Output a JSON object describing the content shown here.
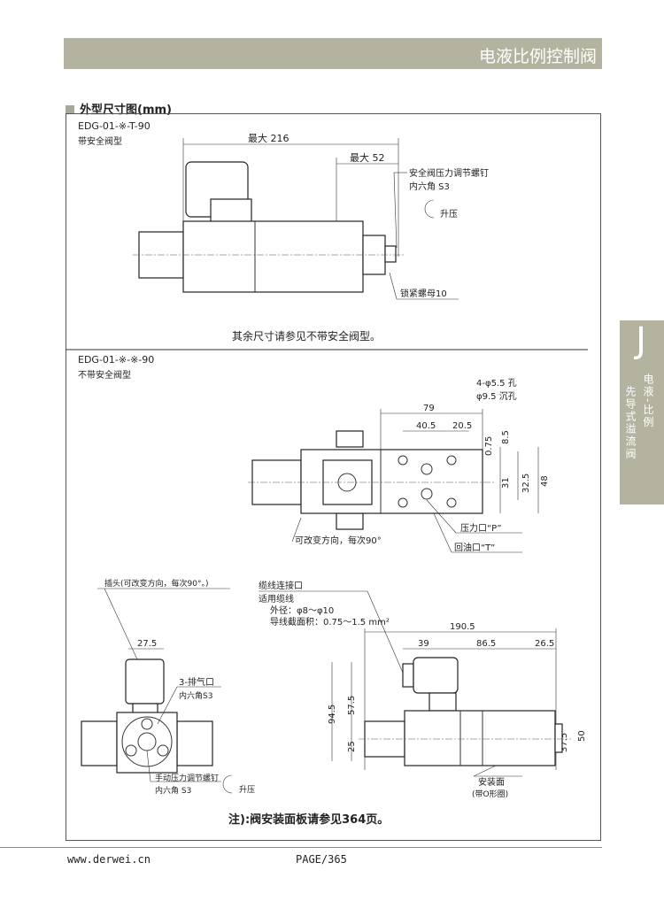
{
  "header": {
    "title": "电液比例控制阀"
  },
  "section": {
    "title": "外型尺寸图(mm)"
  },
  "side_tab": {
    "letter": "J",
    "category": "电液-比例",
    "subcategory": "先导式溢流阀"
  },
  "model1": {
    "code": "EDG-01-※-T-90",
    "type": "带安全阀型",
    "dim_max_total": "最大 216",
    "dim_max_right": "最大 52",
    "callout_screw": "安全阀压力调节螺钉",
    "callout_hex": "内六角 S3",
    "callout_up": "升压",
    "callout_nut": "锁紧螺母10",
    "note": "其余尺寸请参见不带安全阀型。"
  },
  "model2": {
    "code": "EDG-01-※-※-90",
    "type": "不带安全阀型",
    "holes": "4-φ5.5 孔",
    "counterbore": "φ9.5 沉孔",
    "dims": {
      "d79": "79",
      "d40_5": "40.5",
      "d20_5": "20.5",
      "d0_75": "0.75",
      "d8_5": "8.5",
      "d31": "31",
      "d32_5": "32.5",
      "d48": "48"
    },
    "rotate_note": "可改变方向，每次90°",
    "port_p": "压力口“P”",
    "port_t": "回油口“T”"
  },
  "side_view": {
    "plug": "插头(可改变方向，每次90°。)",
    "d27_5": "27.5",
    "vent": "3-排气口",
    "vent_hex": "内六角S3",
    "manual_screw": "手动压力调节螺钉",
    "manual_hex": "内六角 S3",
    "up": "升压"
  },
  "front_view": {
    "cable_port": "缆线连接口",
    "cable_applicable": "适用缆线",
    "cable_od": "外径：φ8～φ10",
    "cable_area": "导线截面积：0.75～1.5 mm²",
    "dims": {
      "d190_5": "190.5",
      "d39": "39",
      "d86_5": "86.5",
      "d26_5": "26.5",
      "d94_5": "94.5",
      "d57_5": "57.5",
      "d25": "25",
      "d37_5": "37.5",
      "d50": "50"
    },
    "mount_face": "安装面",
    "oring": "(带O形圈)"
  },
  "footnote": "注):阀安装面板请参见364页。",
  "footer": {
    "url": "www.derwei.cn",
    "page": "PAGE/365"
  }
}
